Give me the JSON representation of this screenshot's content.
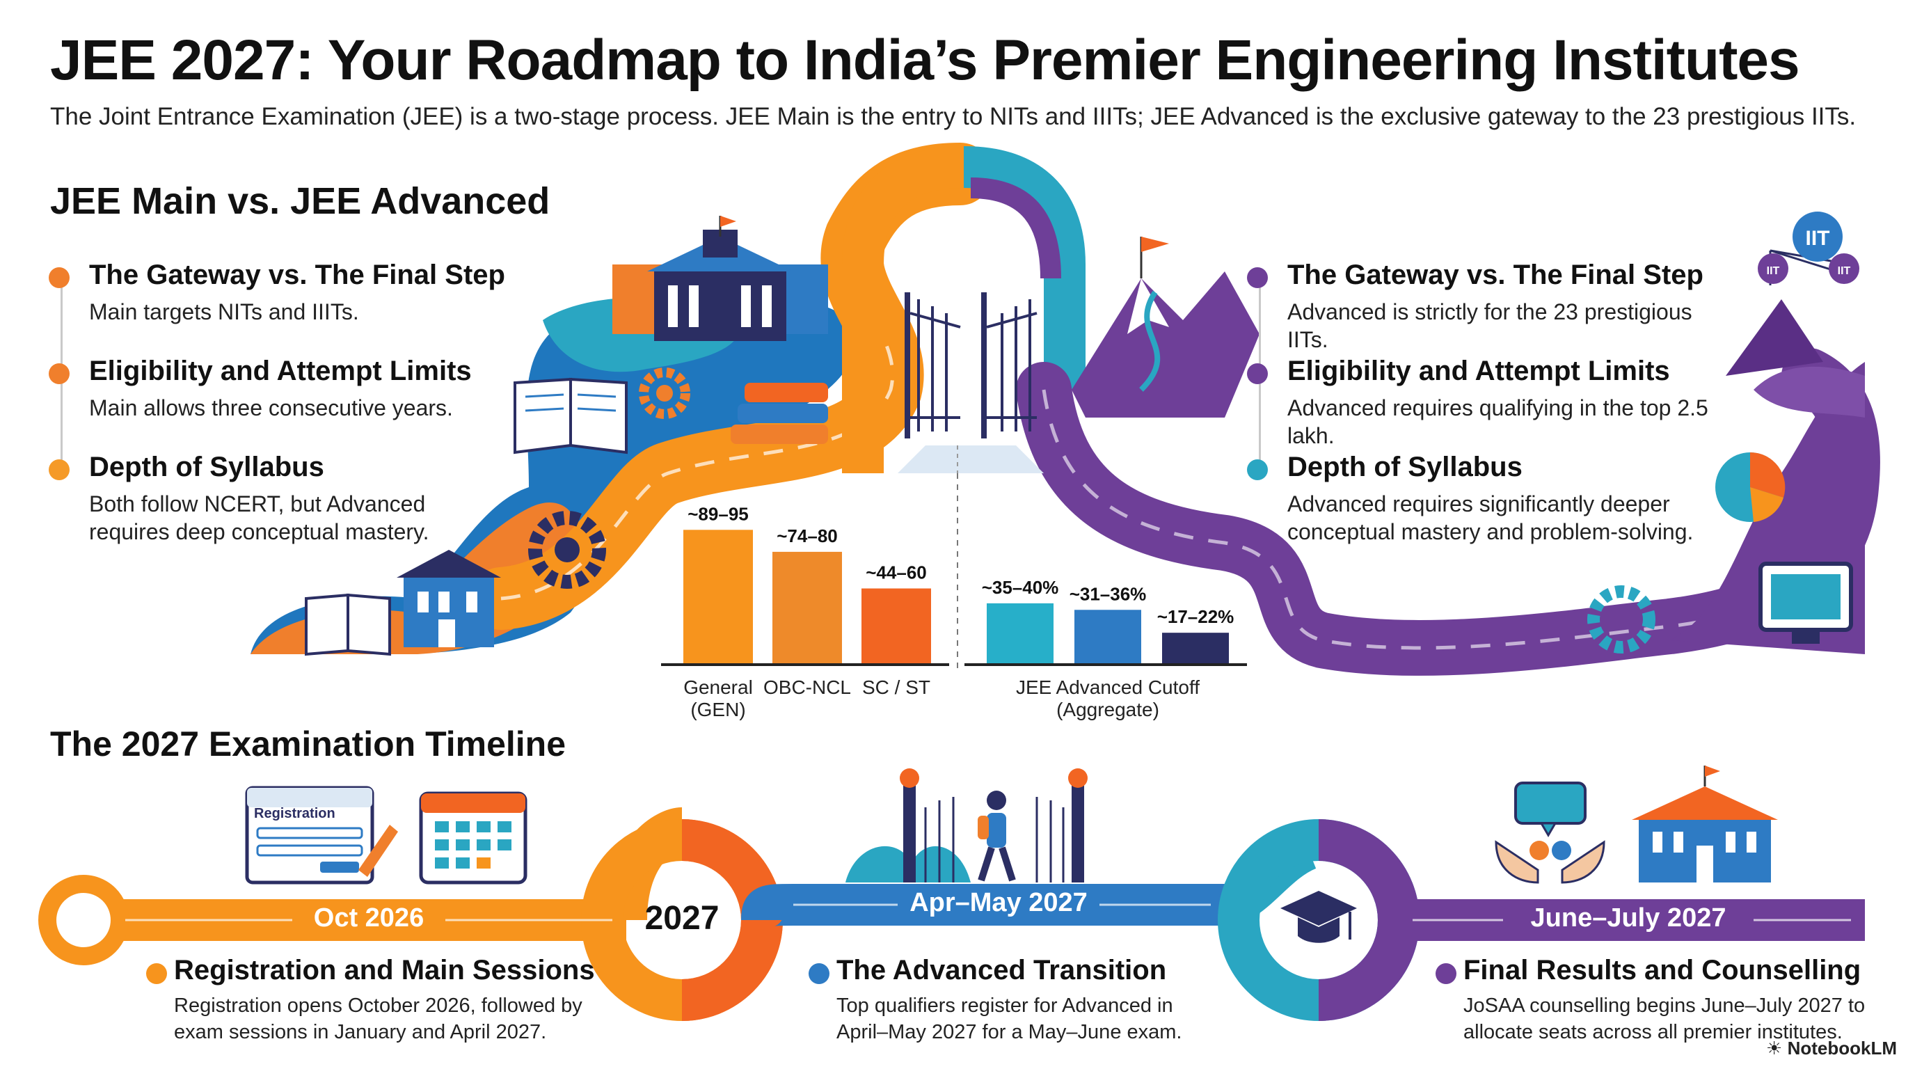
{
  "title": "JEE 2027: Your Roadmap to India’s Premier Engineering Institutes",
  "subtitle": "The Joint Entrance Examination (JEE) is a two-stage process. JEE Main is the entry to NITs and IIITs; JEE Advanced is the exclusive gateway to the 23 prestigious IITs.",
  "comparison": {
    "heading": "JEE Main vs. JEE Advanced",
    "main_points": [
      {
        "title": "The Gateway vs. The Final Step",
        "text": "Main targets NITs and IIITs.",
        "color": "#F07F2C"
      },
      {
        "title": "Eligibility and Attempt Limits",
        "text": "Main allows three consecutive years.",
        "color": "#F07F2C"
      },
      {
        "title": "Depth of Syllabus",
        "text": "Both follow NCERT, but Advanced requires deep conceptual mastery.",
        "color": "#F59A28"
      }
    ],
    "advanced_points": [
      {
        "title": "The Gateway vs. The Final Step",
        "text": "Advanced is strictly for the 23 prestigious IITs.",
        "color": "#6E3F98"
      },
      {
        "title": "Eligibility and Attempt Limits",
        "text": "Advanced requires qualifying in the top 2.5 lakh.",
        "color": "#6E3F98"
      },
      {
        "title": "Depth of Syllabus",
        "text": "Advanced requires significantly deeper conceptual mastery and problem-solving.",
        "color": "#2AA6C2"
      }
    ]
  },
  "icons": {
    "iit_badge": "IIT",
    "iit_small": "IIT",
    "registration_card": "Registration"
  },
  "chart_data": [
    {
      "type": "bar",
      "categories": [
        "General\n(GEN)",
        "OBC-NCL",
        "SC / ST"
      ],
      "value_labels": [
        "~89–95",
        "~74–80",
        "~44–60"
      ],
      "values": [
        92,
        77,
        52
      ],
      "colors": [
        "#F7941D",
        "#EE8A2A",
        "#F26522"
      ]
    },
    {
      "type": "bar",
      "xlabel": "JEE Advanced Cutoff\n(Aggregate)",
      "value_labels": [
        "~35–40%",
        "~31–36%",
        "~17–22%"
      ],
      "values": [
        37.5,
        33.5,
        19.5
      ],
      "colors": [
        "#27AFC9",
        "#2E7BC4",
        "#2B2E63"
      ]
    }
  ],
  "timeline": {
    "heading": "The 2027 Examination Timeline",
    "year": "2027",
    "stages": [
      {
        "date": "Oct 2026",
        "title": "Registration and Main Sessions",
        "text": "Registration opens October 2026, followed by exam sessions in January and April 2027.",
        "color": "#F7941D"
      },
      {
        "date": "Apr–May 2027",
        "title": "The Advanced Transition",
        "text": "Top qualifiers register for Advanced in April–May 2027 for a May–June exam.",
        "color": "#2E7BC4"
      },
      {
        "date": "June–July 2027",
        "title": "Final Results and Counselling",
        "text": "JoSAA counselling begins June–July 2027 to allocate seats across all premier institutes.",
        "color": "#6E3F98"
      }
    ]
  },
  "brand": "NotebookLM"
}
